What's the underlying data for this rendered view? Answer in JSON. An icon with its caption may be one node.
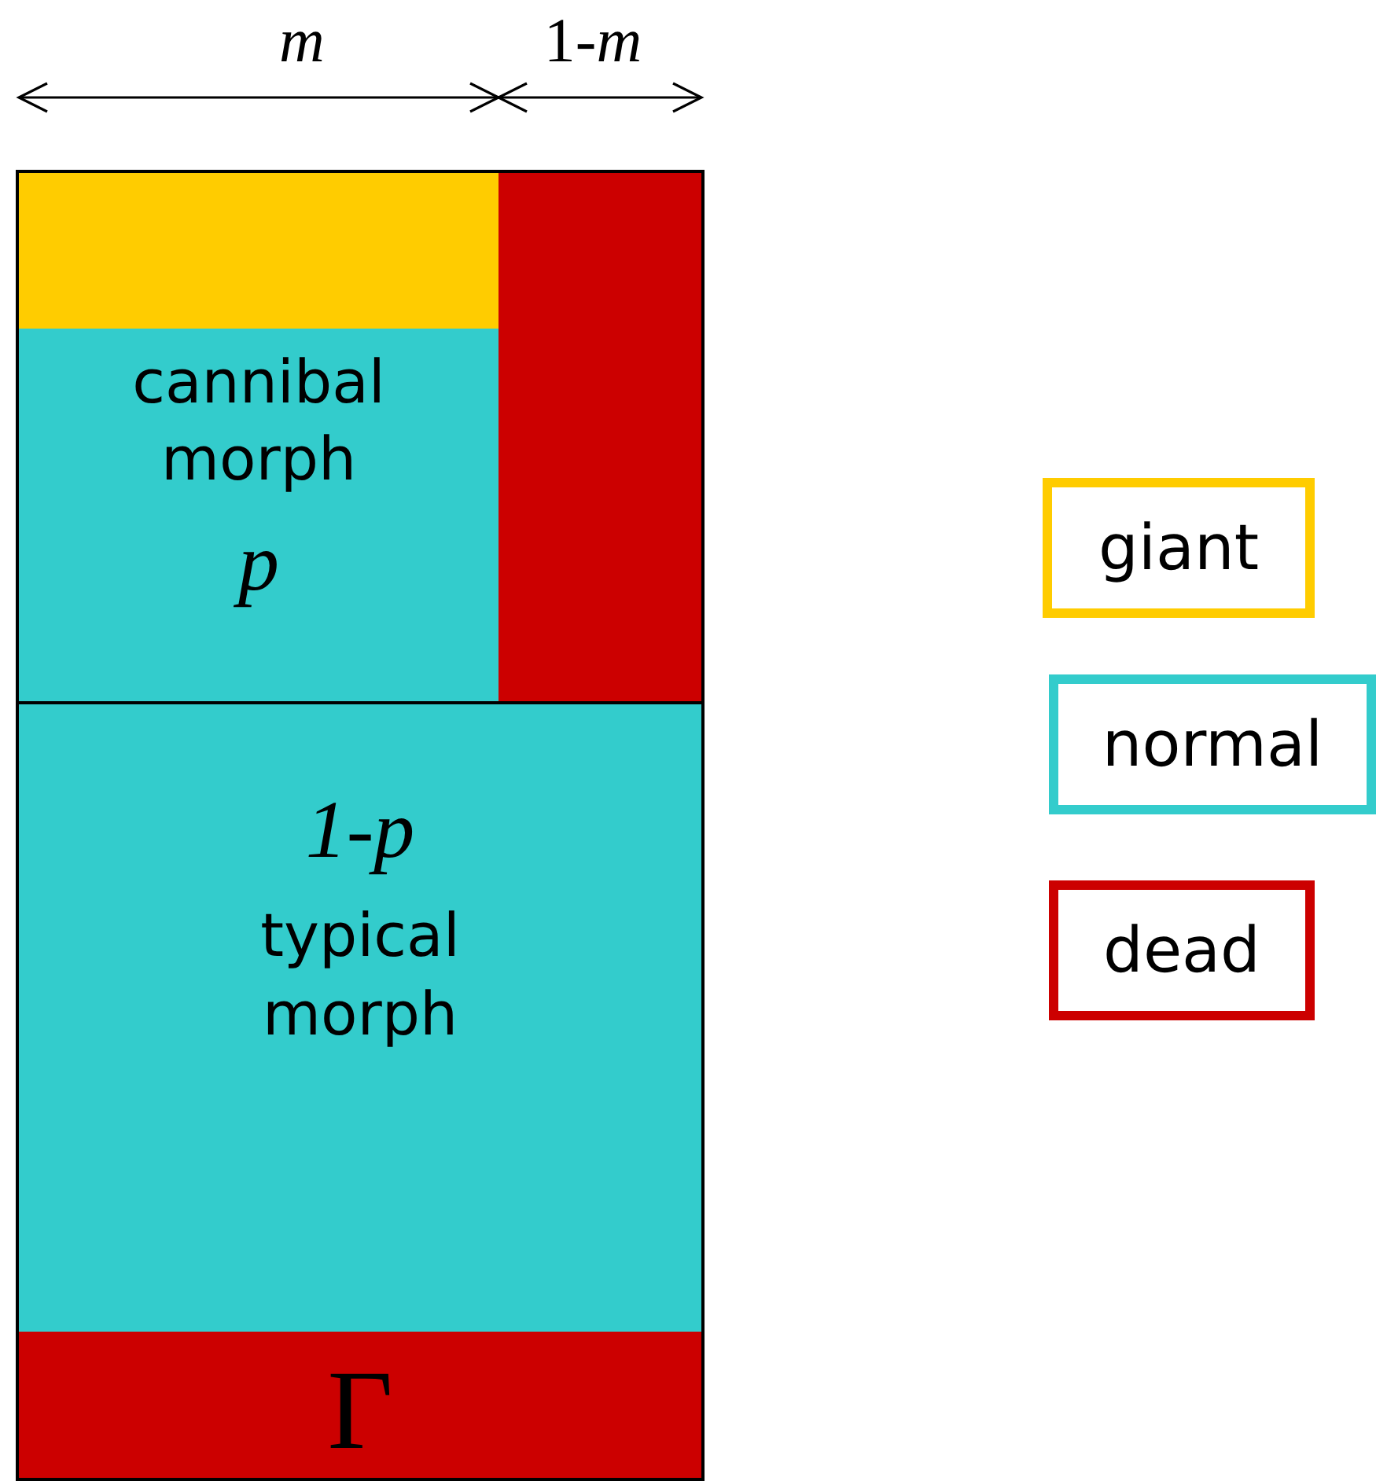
{
  "diagram": {
    "nodes": [
      {
        "text": [],
        "shape": "box"
      },
      {
        "text": [],
        "shape": "box",
        "in": 0
      },
      {
        "text": [
          "cannibal morph",
          "p"
        ],
        "in": 0
      },
      {
        "text": [],
        "shape": "box",
        "in": 0
      },
      {
        "text": [
          "1-p",
          "typical morph"
        ],
        "in": 0
      },
      {
        "text": [
          "Γ"
        ],
        "in": 0
      }
    ],
    "edges": [],
    "labels": [
      "*m*",
      "1-*m*"
    ],
    "legend": [
      {
        "text": "giant",
        "color": "#ffcc00"
      },
      {
        "text": "normal",
        "color": "#33cccc"
      },
      {
        "text": "dead",
        "color": "#cc0000"
      }
    ]
  }
}
